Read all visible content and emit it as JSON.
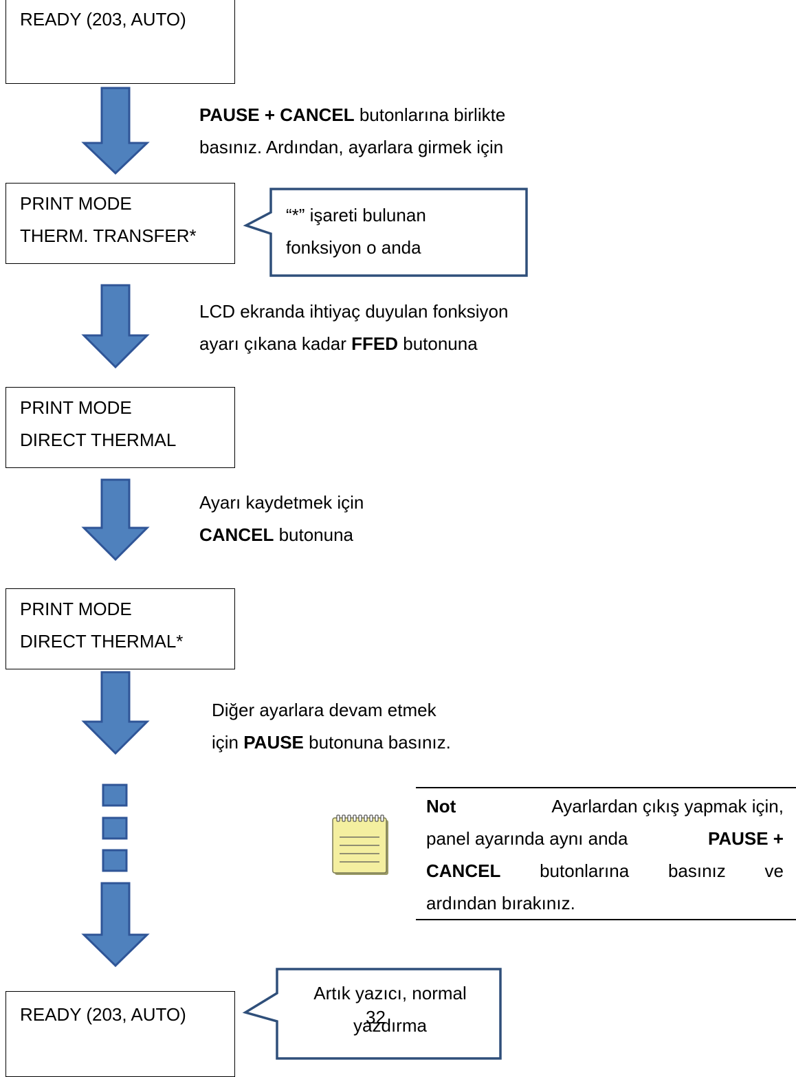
{
  "lcd": {
    "ready_top": {
      "line1": "READY (203, AUTO)"
    },
    "mode_transfer": {
      "line1": "PRINT MODE",
      "line2": "THERM. TRANSFER*"
    },
    "mode_direct": {
      "line1": "PRINT MODE",
      "line2": "DIRECT THERMAL"
    },
    "mode_direct_saved": {
      "line1": "PRINT MODE",
      "line2": "DIRECT THERMAL*"
    },
    "ready_bottom": {
      "line1": "READY (203, AUTO)"
    }
  },
  "steps": {
    "step1": {
      "bold": "PAUSE + CANCEL",
      "line1_rest": " butonlarına birlikte",
      "line2": "basınız. Ardından, ayarlara girmek için"
    },
    "step2": {
      "line1": "LCD ekranda ihtiyaç duyulan fonksiyon",
      "line2_pre": "ayarı çıkana kadar ",
      "bold": "FFED",
      "line2_post": " butonuna"
    },
    "step3": {
      "line1": "Ayarı kaydetmek için",
      "bold": "CANCEL",
      "line2_post": " butonuna"
    },
    "step4": {
      "line1": "Diğer ayarlara devam etmek",
      "line2_pre": "için ",
      "bold": "PAUSE",
      "line2_post": " butonuna basınız."
    }
  },
  "callouts": {
    "current": {
      "line1": "“*” işareti bulunan",
      "line2": "fonksiyon o anda"
    },
    "final": {
      "line1": "Artık yazıcı, normal",
      "line2": "yazdırma"
    }
  },
  "note": {
    "label": "Not",
    "line1_rest": "Ayarlardan çıkış yapmak için,",
    "line2_pre": "panel ayarında aynı anda",
    "line2_bold": "PAUSE +",
    "line3_bold": "CANCEL",
    "line3_words": [
      "butonlarına",
      "basınız",
      "ve"
    ],
    "line4": "ardından bırakınız."
  },
  "page_number": "32",
  "colors": {
    "arrow_fill": "#4F81BD",
    "arrow_stroke": "#2F5597",
    "note_icon": "#F4EFA0"
  }
}
